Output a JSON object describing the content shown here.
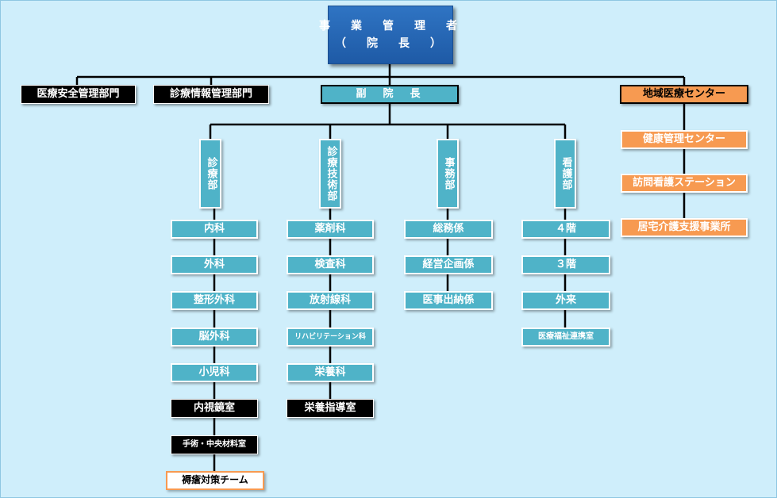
{
  "top": {
    "line1": "事　業　管　理　者",
    "line2": "（　院　長　）"
  },
  "top_row": {
    "safety": "医療安全管理部門",
    "info": "診療情報管理部門",
    "vice": "副　院　長",
    "regional": "地域医療センター"
  },
  "regional_items": [
    "健康管理センター",
    "訪問看護ステーション",
    "居宅介護支援事業所"
  ],
  "departments": [
    {
      "label": "診療部",
      "items": [
        "内科",
        "外科",
        "整形外科",
        "脳外科",
        "小児科",
        "内視鏡室",
        "手術・中央材料室",
        "褥瘡対策チーム"
      ]
    },
    {
      "label": "診療技術部",
      "items": [
        "薬剤科",
        "検査科",
        "放射線科",
        "リハビリテーション科",
        "栄養科",
        "栄養指導室"
      ]
    },
    {
      "label": "事務部",
      "items": [
        "総務係",
        "経営企画係",
        "医事出納係"
      ]
    },
    {
      "label": "看護部",
      "items": [
        "４階",
        "３階",
        "外来",
        "医療福祉連携室"
      ]
    }
  ]
}
